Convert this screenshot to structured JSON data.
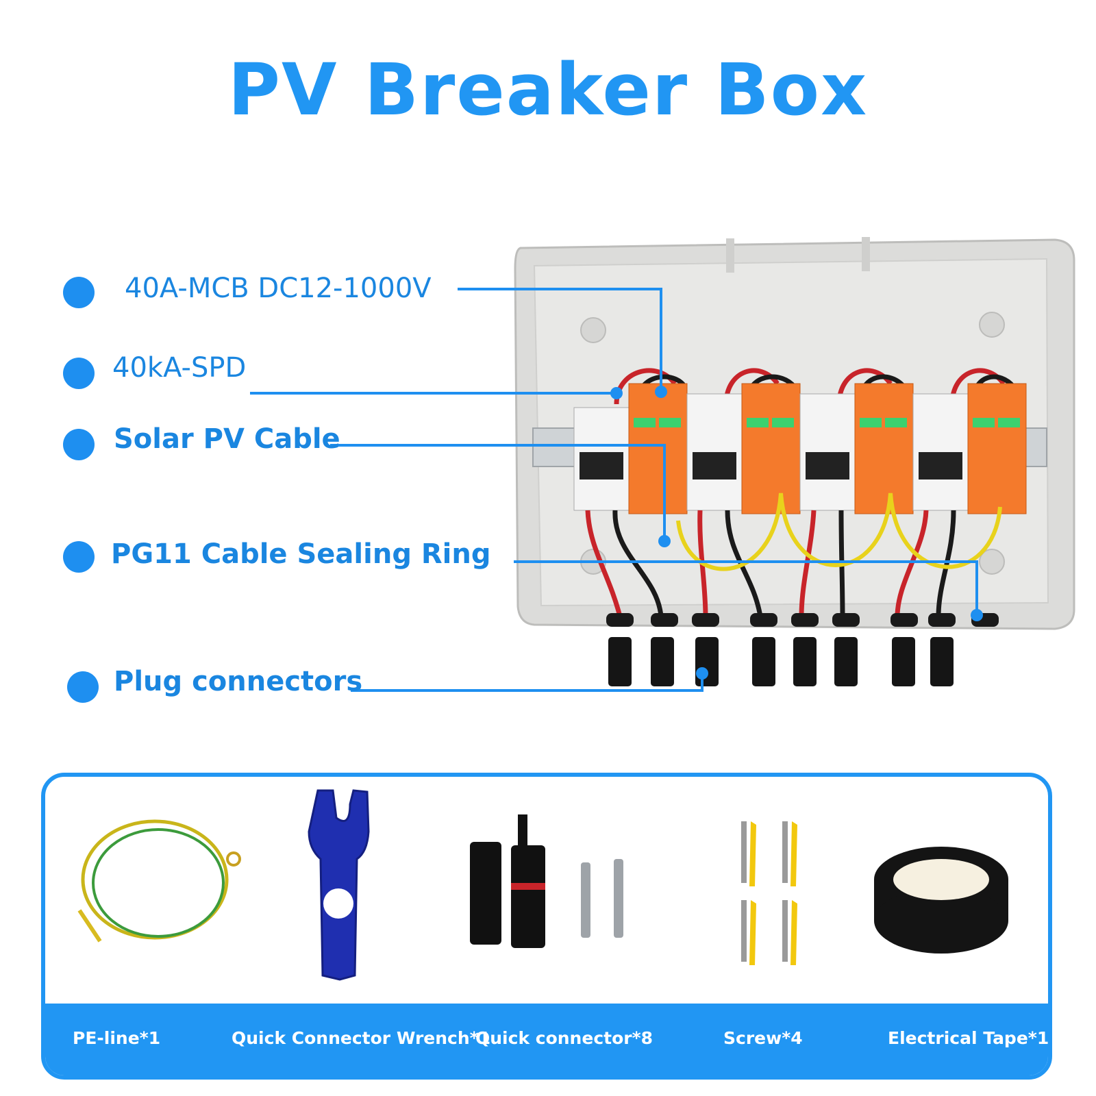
{
  "title": "PV Breaker Box",
  "callouts": [
    {
      "label": "40A-MCB DC12-1000V"
    },
    {
      "label": "40kA-SPD"
    },
    {
      "label": "Solar PV Cable"
    },
    {
      "label": "PG11 Cable Sealing Ring"
    },
    {
      "label": "Plug connectors"
    }
  ],
  "kit": {
    "items": [
      {
        "label": "PE-line*1",
        "icon": "pe-line-icon"
      },
      {
        "label": "Quick Connector Wrench*1",
        "icon": "wrench-icon"
      },
      {
        "label": "Quick connector*8",
        "icon": "connector-icon"
      },
      {
        "label": "Screw*4",
        "icon": "screw-icon"
      },
      {
        "label": "Electrical Tape*1",
        "icon": "tape-icon"
      }
    ]
  },
  "colors": {
    "accent": "#2196f3",
    "callout_line": "#1e8ff0",
    "enclosure": "#e6e6e4",
    "spd_orange": "#f47a2c",
    "mcb_white": "#f4f4f4",
    "wire_red": "#c8242a",
    "wire_black": "#1a1a1a",
    "wire_yellow": "#e8d21c"
  }
}
